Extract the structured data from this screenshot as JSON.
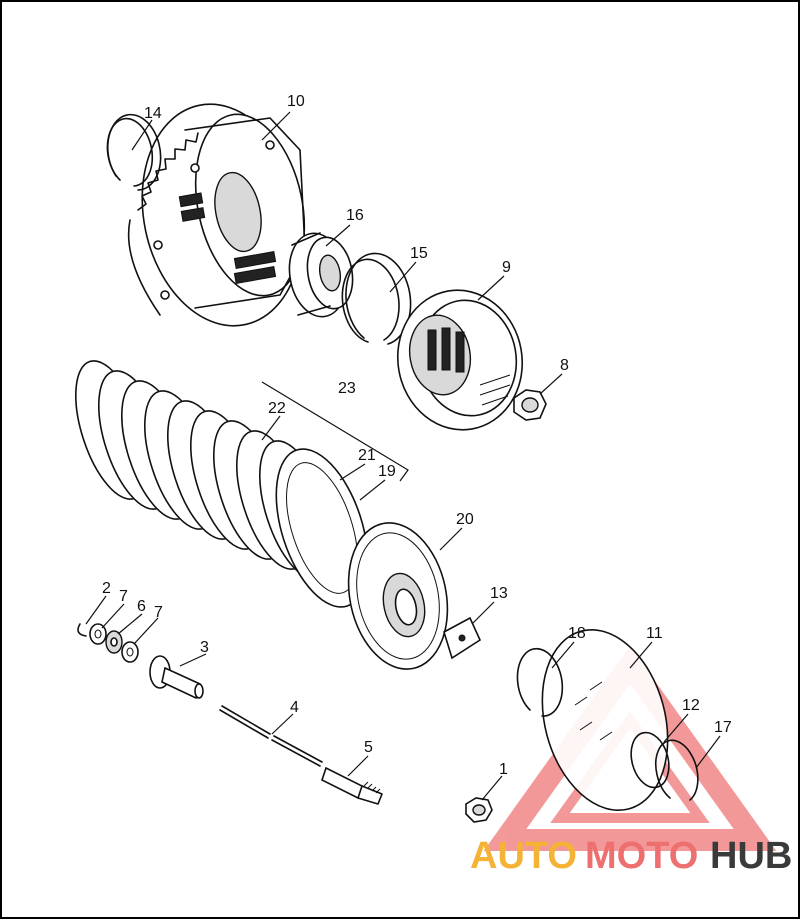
{
  "callouts": [
    {
      "id": "1",
      "label": "1"
    },
    {
      "id": "2",
      "label": "2"
    },
    {
      "id": "3",
      "label": "3"
    },
    {
      "id": "4",
      "label": "4"
    },
    {
      "id": "5",
      "label": "5"
    },
    {
      "id": "6",
      "label": "6"
    },
    {
      "id": "7a",
      "label": "7"
    },
    {
      "id": "7b",
      "label": "7"
    },
    {
      "id": "8",
      "label": "8"
    },
    {
      "id": "9",
      "label": "9"
    },
    {
      "id": "10",
      "label": "10"
    },
    {
      "id": "11",
      "label": "11"
    },
    {
      "id": "12",
      "label": "12"
    },
    {
      "id": "13",
      "label": "13"
    },
    {
      "id": "14",
      "label": "14"
    },
    {
      "id": "15",
      "label": "15"
    },
    {
      "id": "16",
      "label": "16"
    },
    {
      "id": "17",
      "label": "17"
    },
    {
      "id": "18",
      "label": "18"
    },
    {
      "id": "19",
      "label": "19"
    },
    {
      "id": "20",
      "label": "20"
    },
    {
      "id": "21",
      "label": "21"
    },
    {
      "id": "22",
      "label": "22"
    },
    {
      "id": "23",
      "label": "23"
    }
  ],
  "watermark": {
    "part1": "AUTO",
    "part2": "MOTO",
    "part3": "HUB",
    "color1": "#f5b335",
    "color2": "#ee6f6f",
    "color3": "#3a3a3a",
    "triangle_color": "#e94545"
  },
  "border_color": "#000000"
}
